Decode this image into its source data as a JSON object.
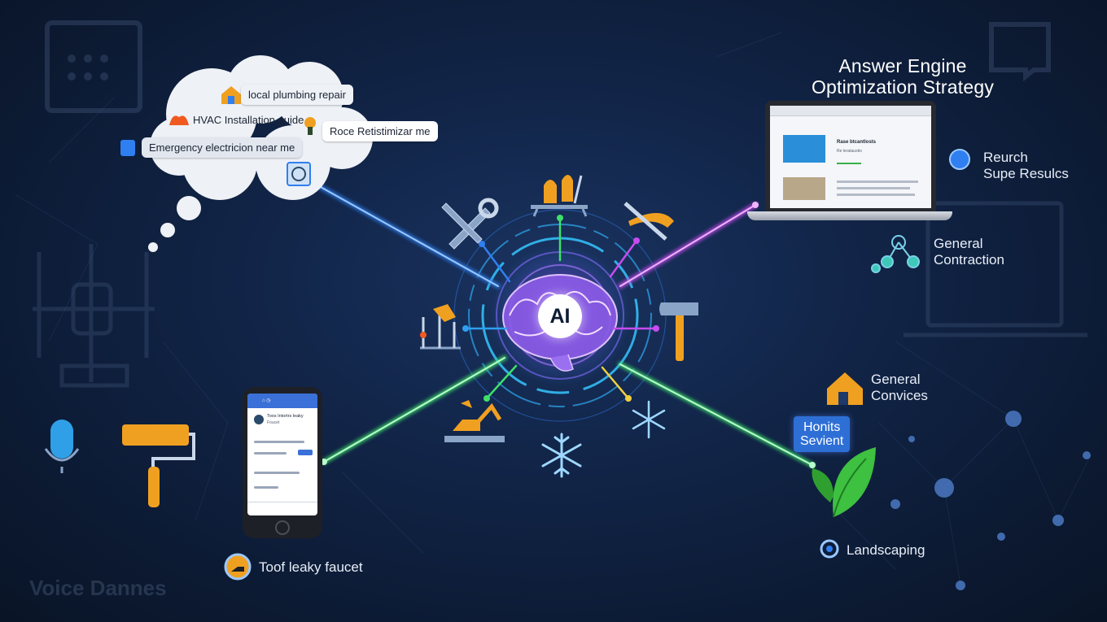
{
  "header": {
    "title": "Answer Engine\nOptimization Strategy"
  },
  "center": {
    "badge": "AI"
  },
  "cloud": {
    "queries": [
      "local plumbing repair",
      "HVAC Installation guide",
      "Roce Retistimizar me",
      "Emergency electricion near me"
    ]
  },
  "right_labels": {
    "search": "Reurch\nSupe Resulcs",
    "contraction": "General\nContraction",
    "convices": "General\nConvices",
    "landscaping": "Landscaping"
  },
  "laptop": {
    "heading": "Rase btcantlosts",
    "subtitle": "Re lerataustio"
  },
  "badge_sign": {
    "text": "Honits\nSevient"
  },
  "phone": {
    "item": "Toos Intortrs leaky",
    "sub": "Foucet"
  },
  "bottom_query": {
    "text": "Toof leaky faucet"
  },
  "ghost_text": "Voice Dannes",
  "colors": {
    "accent_blue": "#2f7ff0",
    "accent_purple": "#c74cf0",
    "accent_green": "#3ee06a",
    "accent_orange": "#f0a020"
  },
  "icons": [
    "wrench-icon",
    "plumbing-tools-icon",
    "saw-icon",
    "welding-icon",
    "hammer-icon",
    "excavator-icon",
    "snowflake-icon",
    "snowflake-icon",
    "microphone-icon",
    "paint-roller-icon",
    "leaf-icon",
    "house-icon",
    "network-icon",
    "chat-bubble-icon",
    "grid-app-icon"
  ]
}
